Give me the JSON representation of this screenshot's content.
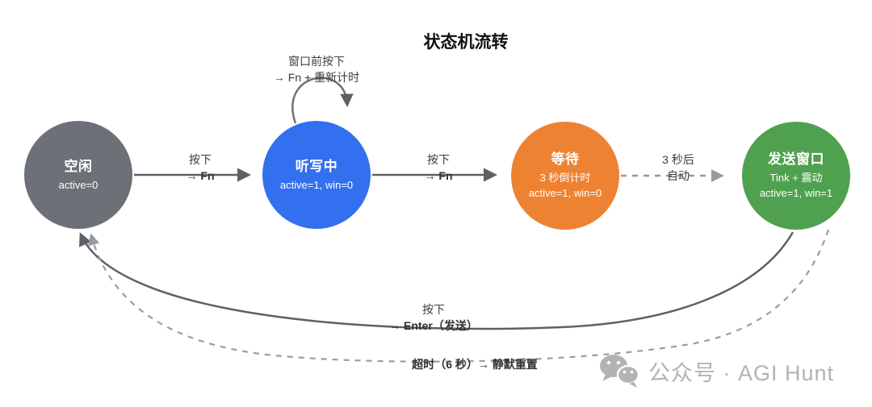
{
  "title": "状态机流转",
  "diagram": {
    "states": [
      {
        "name": "空闲",
        "sub1": "active=0",
        "color": "#6b7177"
      },
      {
        "name": "听写中",
        "sub1": "active=1, win=0",
        "color": "#3370ef"
      },
      {
        "name": "等待",
        "sub1": "3 秒倒计时",
        "sub2": "active=1, win=0",
        "color": "#ee8233"
      },
      {
        "name": "发送窗口",
        "sub1": "Tink + 震动",
        "sub2": "active=1, win=1",
        "color": "#4fa14f"
      }
    ],
    "transitions": {
      "press_fn_1": {
        "line1": "按下",
        "line2": "→ Fn"
      },
      "self_loop": {
        "line1": "窗口前按下",
        "line2": "→ Fn + 重新计时"
      },
      "press_fn_2": {
        "line1": "按下",
        "line2": "→ Fn"
      },
      "auto_3s": {
        "line1": "3 秒后",
        "line2": "自动"
      },
      "press_enter": {
        "line1": "按下",
        "line2": "→ Enter（发送）"
      },
      "timeout_reset": {
        "label": "超时（6 秒）→ 静默重置"
      }
    }
  },
  "watermark": {
    "icon": "wechat-icon",
    "text": "公众号 · AGI Hunt"
  },
  "colors": {
    "solid_arrow": "#5d6166",
    "dashed_arrow": "#97999c",
    "state_idle": "#6b7177",
    "state_dictating": "#3370ef",
    "state_waiting": "#ee8233",
    "state_send_window": "#4fa14f",
    "watermark_gray": "#b3b3b3"
  }
}
